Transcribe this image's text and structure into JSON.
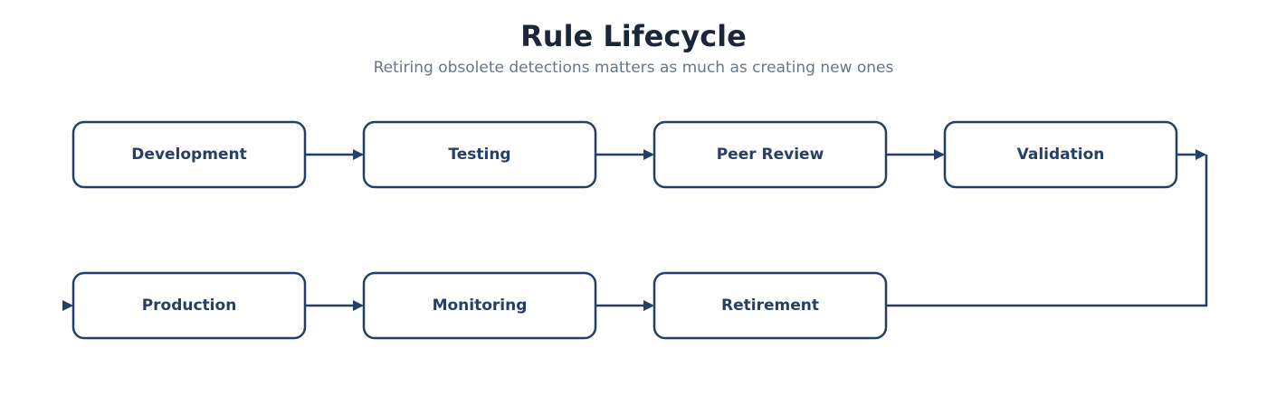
{
  "header": {
    "title": "Rule Lifecycle",
    "subtitle": "Retiring obsolete detections matters as much as creating new ones"
  },
  "colors": {
    "stroke": "#253f66",
    "node_text": "#253f66",
    "title": "#1b2638",
    "subtitle": "#697688",
    "background": "#ffffff"
  },
  "stages": [
    {
      "id": "development",
      "label": "Development"
    },
    {
      "id": "testing",
      "label": "Testing"
    },
    {
      "id": "peer-review",
      "label": "Peer Review"
    },
    {
      "id": "validation",
      "label": "Validation"
    },
    {
      "id": "production",
      "label": "Production"
    },
    {
      "id": "monitoring",
      "label": "Monitoring"
    },
    {
      "id": "retirement",
      "label": "Retirement"
    }
  ]
}
